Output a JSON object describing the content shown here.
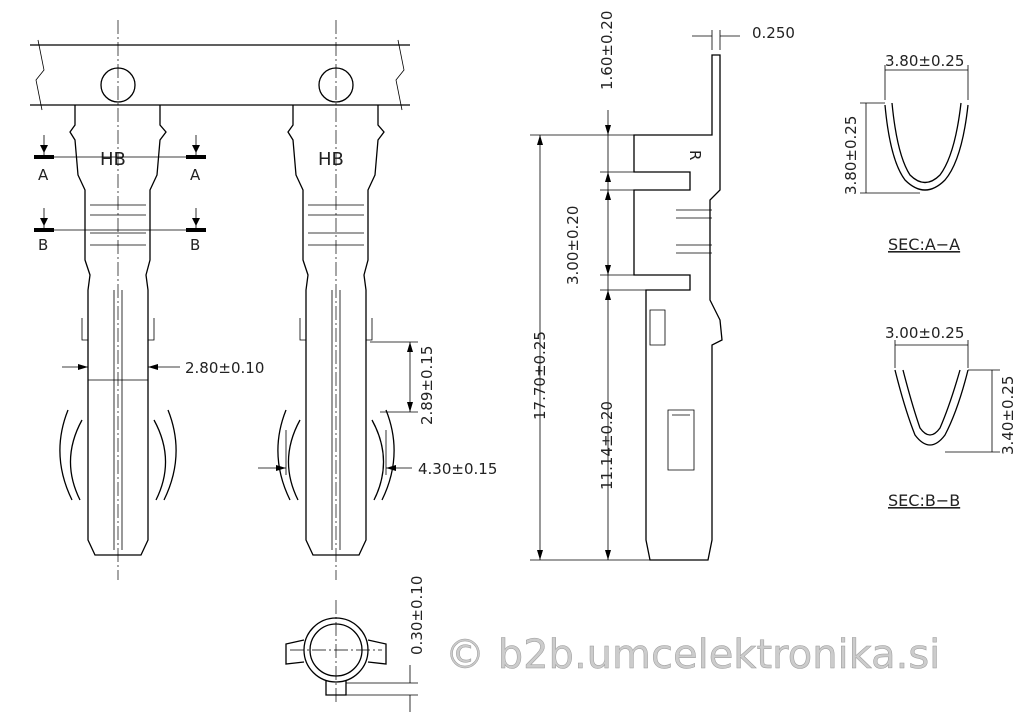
{
  "title": "Crimp terminal dimensional drawing",
  "watermark": "© b2b.umcelektronika.si",
  "section_markers": {
    "a_left": "A",
    "a_right": "A",
    "b_left": "B",
    "b_right": "B"
  },
  "part_marking": "HB",
  "side_marking": "R",
  "dimensions": {
    "thickness": "0.250",
    "tab_height": "1.60±0.20",
    "insulation_barrel": "3.00±0.20",
    "overall_length": "17.70±0.25",
    "contact_length": "11.14±0.20",
    "contact_width": "2.80±0.10",
    "lance_length": "2.89±0.15",
    "lance_span": "4.30±0.15",
    "end_offset": "0.30±0.10"
  },
  "section_a": {
    "label": "SEC:A−A",
    "width": "3.80±0.25",
    "height": "3.80±0.25"
  },
  "section_b": {
    "label": "SEC:B−B",
    "width": "3.00±0.25",
    "height": "3.40±0.25"
  }
}
